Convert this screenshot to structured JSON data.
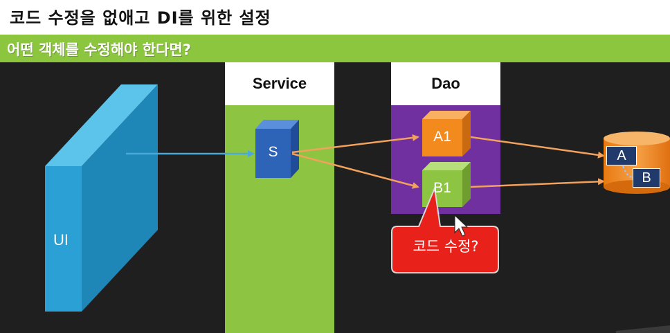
{
  "slide": {
    "title": "코드 수정을 없애고 DI를 위한 설정",
    "subtitle": "어떤 객체를 수정해야 한다면?"
  },
  "columns": {
    "service": "Service",
    "dao": "Dao"
  },
  "nodes": {
    "ui": "UI",
    "service": "S",
    "dao_a1": "A1",
    "dao_b1": "B1",
    "db_a": "A",
    "db_b": "B"
  },
  "callout": {
    "text": "코드 수정?"
  },
  "colors": {
    "title_bar": "#ffffff",
    "subtitle_bar": "#8cc63f",
    "background": "#1f1f1f",
    "service_column": "#8dc442",
    "dao_column": "#7030a0",
    "ui_panel": "#2aa0d4",
    "service_cube": "#2e64b8",
    "a1_cube": "#f28a1e",
    "b1_cube": "#8dc442",
    "database": "#f28a1e",
    "arrows": "#f2a25c",
    "callout": "#e8211b"
  },
  "icons": [
    "mouse-cursor-icon",
    "database-icon"
  ]
}
